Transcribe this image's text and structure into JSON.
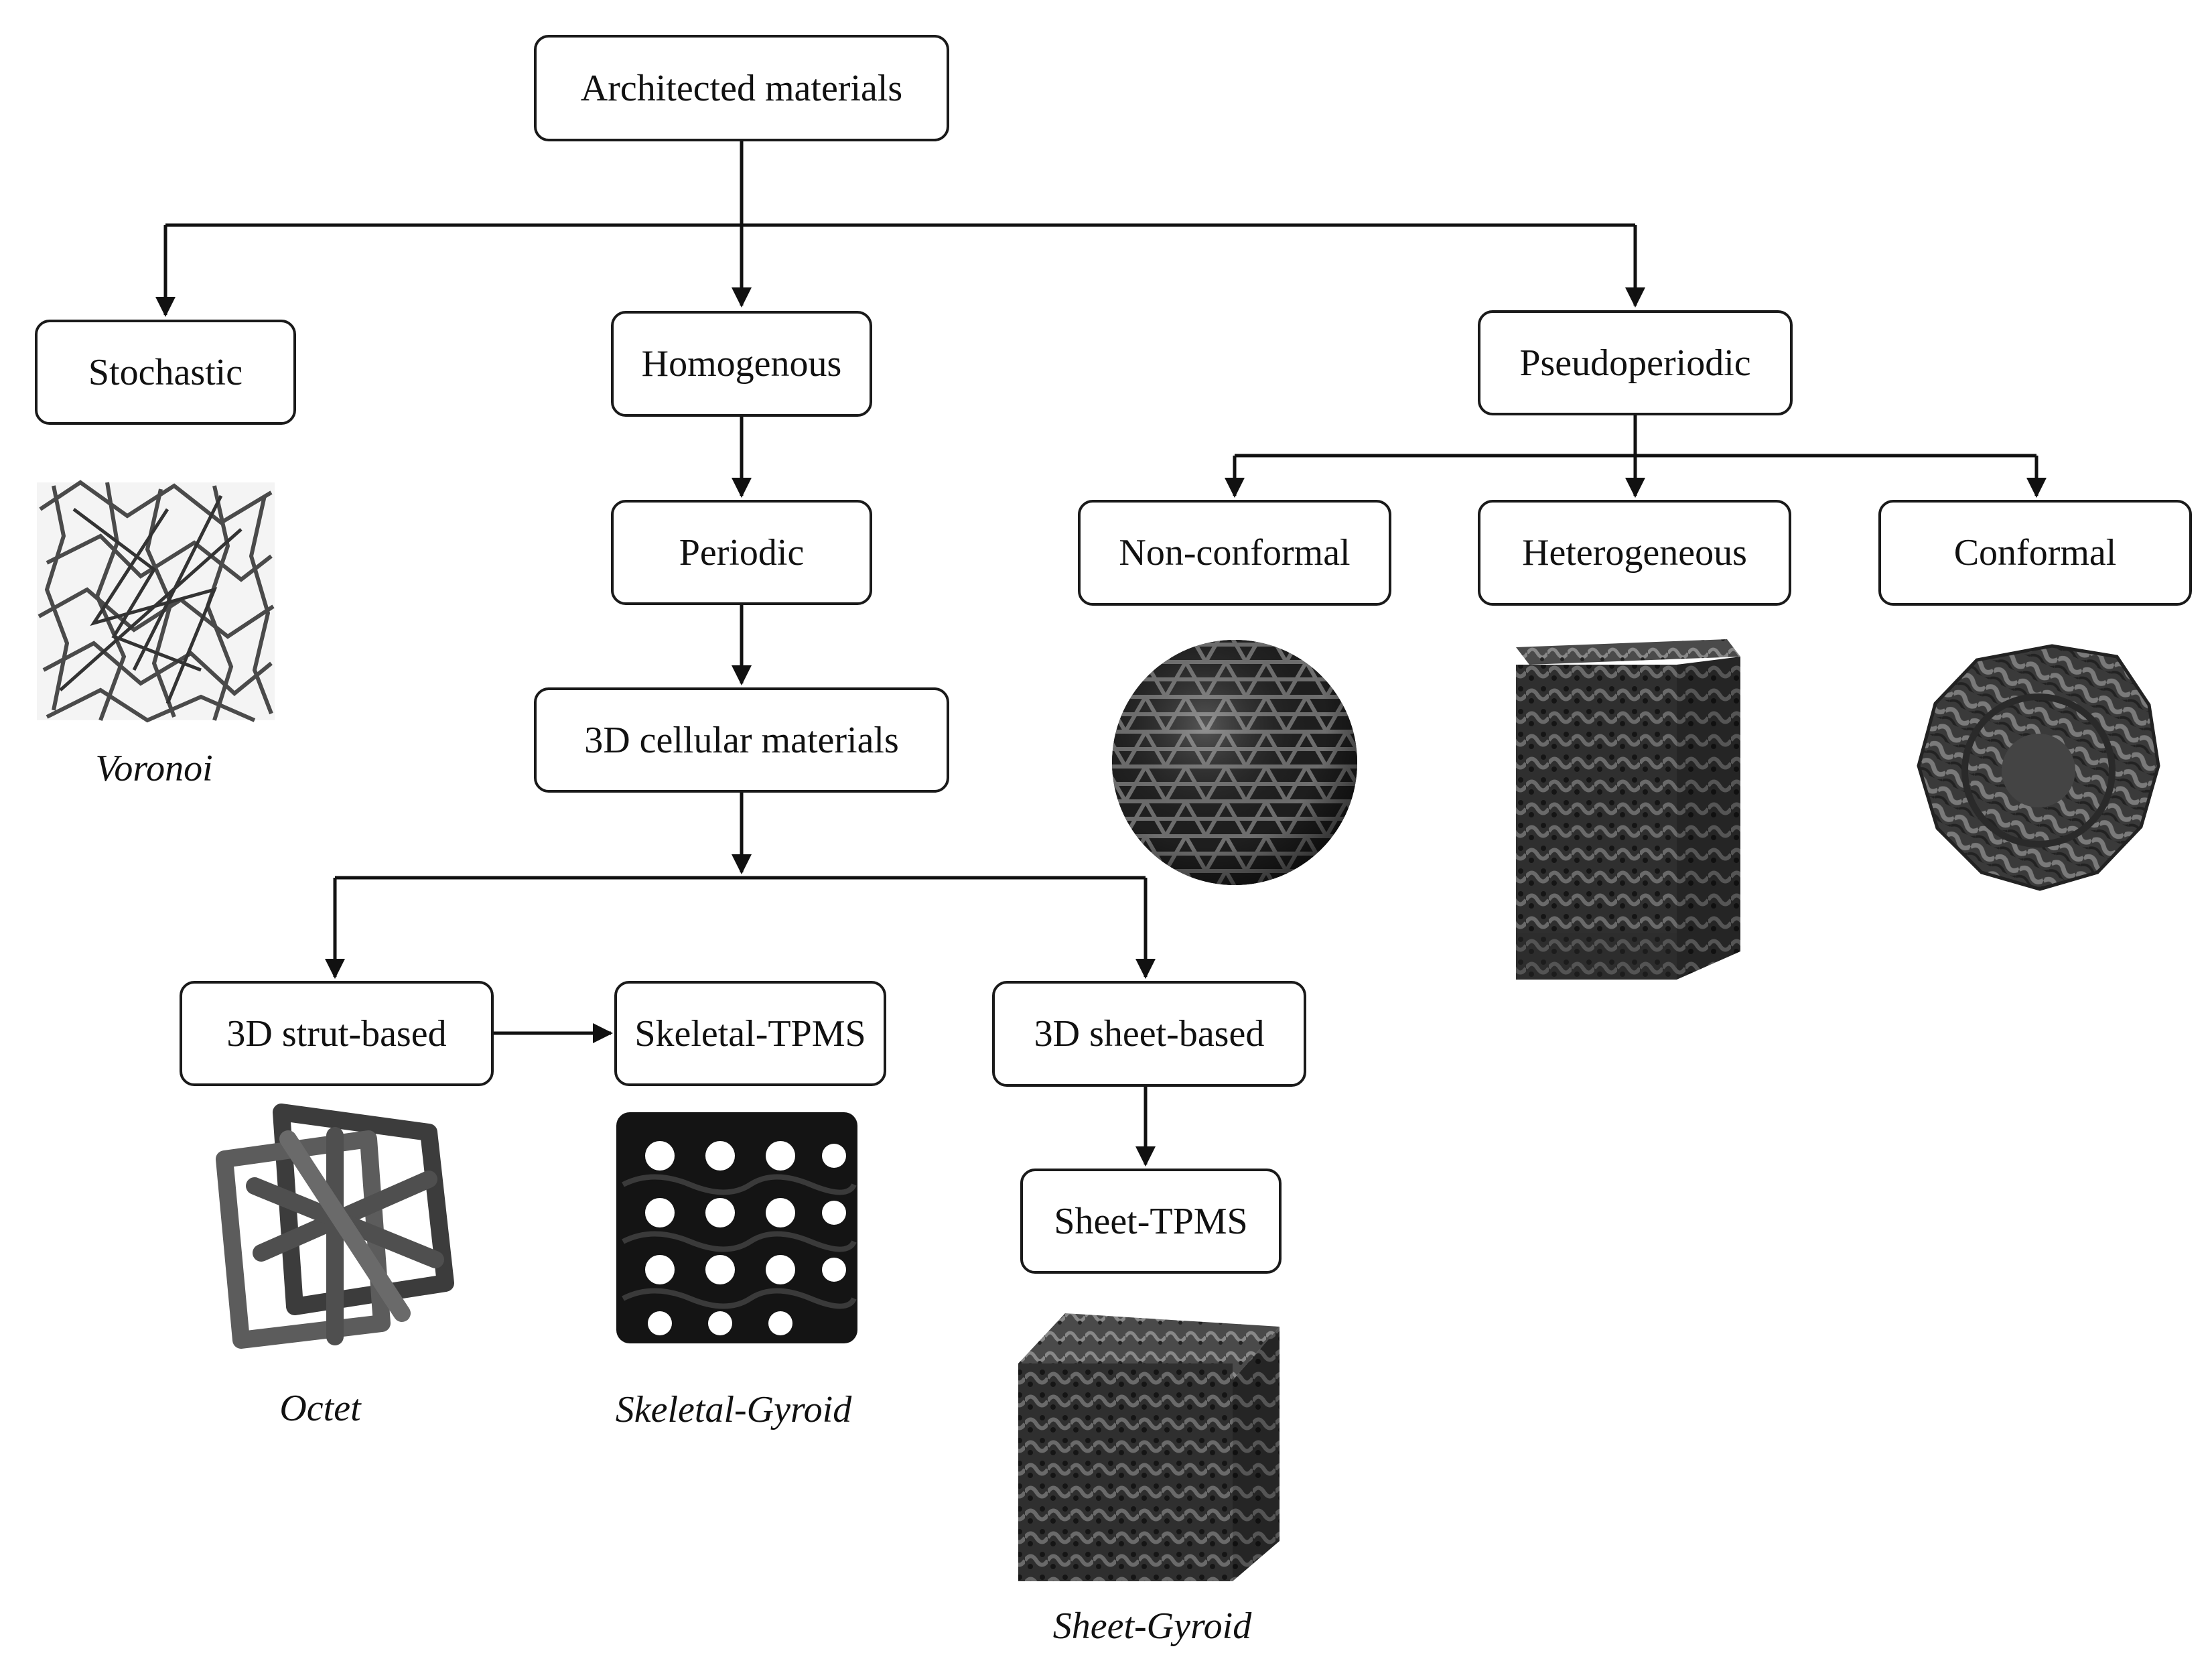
{
  "nodes": {
    "root": "Architected materials",
    "stochastic": "Stochastic",
    "homogenous": "Homogenous",
    "pseudoperiodic": "Pseudoperiodic",
    "periodic": "Periodic",
    "cellular": "3D cellular materials",
    "strut": "3D strut-based",
    "skeletal_tpms": "Skeletal-TPMS",
    "sheet_based": "3D sheet-based",
    "sheet_tpms": "Sheet-TPMS",
    "nonconformal": "Non-conformal",
    "heterogeneous": "Heterogeneous",
    "conformal": "Conformal"
  },
  "captions": {
    "voronoi": "Voronoi",
    "octet": "Octet",
    "skeletal_gyroid": "Skeletal-Gyroid",
    "sheet_gyroid": "Sheet-Gyroid"
  },
  "colors": {
    "line": "#111111",
    "lattice_dark": "#3a3a3a",
    "lattice_mid": "#5a5a5a",
    "lattice_light": "#8a8a8a"
  }
}
